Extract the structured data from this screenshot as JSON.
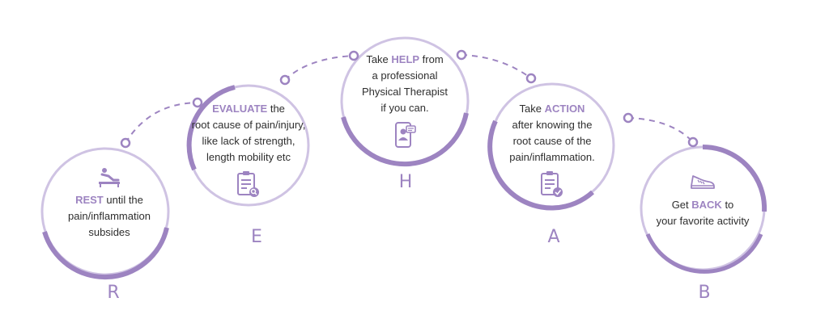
{
  "accent_color": "#9d84c1",
  "ring_color": "#cfc3e3",
  "steps": [
    {
      "letter": "R",
      "keyword": "REST",
      "text_after_keyword": " until the",
      "lines": [
        "pain/inflammation",
        "subsides"
      ],
      "icon": "patient-on-bed-icon"
    },
    {
      "letter": "E",
      "keyword": "EVALUATE",
      "text_after_keyword": " the",
      "lines": [
        "root cause of pain/injury,",
        "like lack of strength,",
        "length mobility etc"
      ],
      "icon": "clipboard-search-icon"
    },
    {
      "letter": "H",
      "text_before_keyword": "Take ",
      "keyword": "HELP",
      "text_after_keyword": " from",
      "lines": [
        "a professional",
        "Physical Therapist",
        "if you can."
      ],
      "icon": "phone-doctor-icon"
    },
    {
      "letter": "A",
      "text_before_keyword": "Take ",
      "keyword": "ACTION",
      "lines": [
        "after knowing the",
        "root cause of the",
        "pain/inflammation."
      ],
      "icon": "clipboard-check-icon"
    },
    {
      "letter": "B",
      "text_before_keyword": "Get ",
      "keyword": "BACK",
      "text_after_keyword": " to",
      "lines": [
        "your favorite activity"
      ],
      "icon": "sneaker-icon"
    }
  ]
}
